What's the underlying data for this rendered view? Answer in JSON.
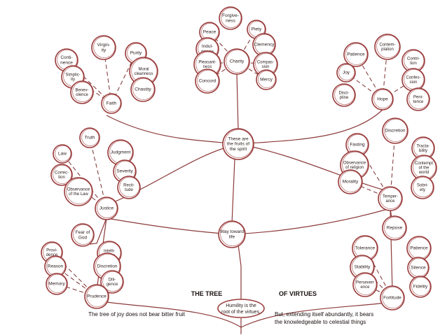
{
  "title_left": "THE TREE",
  "title_right": "OF VIRTUES",
  "root": "Humility is the root of the virtues.",
  "caption_left": "The tree of joy does not bear bitter fruit",
  "caption_right_1": "But, extending itself abundantly, it bears",
  "caption_right_2": "the knowledgeable to celestial things",
  "colors": {
    "stroke": "#9a3b3b",
    "text": "#2a1a1a"
  },
  "nodes": [
    {
      "id": "forgiveness",
      "label": "Forgive-\nness"
    },
    {
      "id": "peace",
      "label": "Peace"
    },
    {
      "id": "piety",
      "label": "Piety"
    },
    {
      "id": "indulgence",
      "label": "Indul-\ngence"
    },
    {
      "id": "clemency",
      "label": "Clemency"
    },
    {
      "id": "pleasantness",
      "label": "Pleasant-\nness"
    },
    {
      "id": "charity",
      "label": "Charity"
    },
    {
      "id": "compassion",
      "label": "Compas-\nsion"
    },
    {
      "id": "concord",
      "label": "Concord"
    },
    {
      "id": "mercy",
      "label": "Mercy"
    },
    {
      "id": "virginity",
      "label": "Virgin-\nity"
    },
    {
      "id": "continence",
      "label": "Conti-\nnence"
    },
    {
      "id": "purity",
      "label": "Purity"
    },
    {
      "id": "simplicity",
      "label": "Simplic-\nity"
    },
    {
      "id": "moral-cleanness",
      "label": "Moral\ncleanness"
    },
    {
      "id": "benevolence",
      "label": "Benev-\nolence"
    },
    {
      "id": "chastity",
      "label": "Chastity"
    },
    {
      "id": "faith",
      "label": "Faith"
    },
    {
      "id": "contemplation",
      "label": "Contem-\nplation"
    },
    {
      "id": "patience-top",
      "label": "Patience"
    },
    {
      "id": "contrition",
      "label": "Contri-\ntion"
    },
    {
      "id": "joy",
      "label": "Joy"
    },
    {
      "id": "confession",
      "label": "Confes-\nsion"
    },
    {
      "id": "discipline",
      "label": "Disci-\npline"
    },
    {
      "id": "hope",
      "label": "Hope"
    },
    {
      "id": "penitence",
      "label": "Peni-\ntence"
    },
    {
      "id": "fruits",
      "label": "These are\nthe fruits of\nthe spirit"
    },
    {
      "id": "truth",
      "label": "Truth"
    },
    {
      "id": "law",
      "label": "Law"
    },
    {
      "id": "judgment",
      "label": "Judgment"
    },
    {
      "id": "correction",
      "label": "Correc-\ntion"
    },
    {
      "id": "severity",
      "label": "Severity"
    },
    {
      "id": "rectitude",
      "label": "Recti-\ntude"
    },
    {
      "id": "observance-law",
      "label": "Observance\nof the Law"
    },
    {
      "id": "justice",
      "label": "Justice"
    },
    {
      "id": "discretion-top",
      "label": "Discretion"
    },
    {
      "id": "fasting",
      "label": "Fasting"
    },
    {
      "id": "tractability",
      "label": "Tracta-\nbility"
    },
    {
      "id": "observance-religion",
      "label": "Observance\nof religion"
    },
    {
      "id": "contempt-world",
      "label": "Contempt\nof the\nworld"
    },
    {
      "id": "morality",
      "label": "Morality"
    },
    {
      "id": "sobriety",
      "label": "Sobri-\nety"
    },
    {
      "id": "temperance",
      "label": "Temper-\nance"
    },
    {
      "id": "way-to-life",
      "label": "Way toward\nlife"
    },
    {
      "id": "fear-of-god",
      "label": "Fear of\nGod"
    },
    {
      "id": "providence",
      "label": "Provi-\ndence"
    },
    {
      "id": "intelligence",
      "label": "Intelli-\ngence"
    },
    {
      "id": "reason",
      "label": "Reason"
    },
    {
      "id": "discretion-bottom",
      "label": "Discretion"
    },
    {
      "id": "memory",
      "label": "Memory"
    },
    {
      "id": "diligence",
      "label": "Dili-\ngence"
    },
    {
      "id": "prudence",
      "label": "Prudence"
    },
    {
      "id": "repose",
      "label": "Repose"
    },
    {
      "id": "tolerance",
      "label": "Tolerance"
    },
    {
      "id": "patience-bottom",
      "label": "Patience"
    },
    {
      "id": "stability",
      "label": "Stability"
    },
    {
      "id": "silence",
      "label": "Silence"
    },
    {
      "id": "perseverance",
      "label": "Perseverr\nence"
    },
    {
      "id": "fidelity",
      "label": "Fidelity"
    },
    {
      "id": "fortitude",
      "label": "Fortitude"
    }
  ]
}
